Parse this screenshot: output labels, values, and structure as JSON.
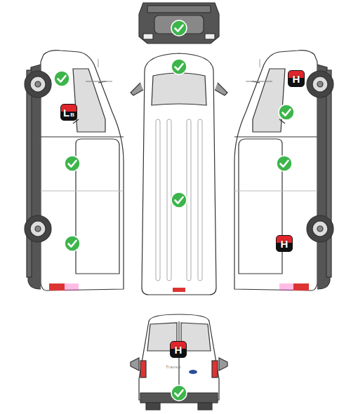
{
  "diagram": {
    "nodes": [
      {
        "text": [
          "H"
        ]
      },
      {
        "text": [
          "L",
          "B"
        ]
      },
      {
        "text": [
          "H"
        ]
      },
      {
        "text": [
          "H"
        ]
      }
    ],
    "labels": [
      "Transit"
    ]
  }
}
